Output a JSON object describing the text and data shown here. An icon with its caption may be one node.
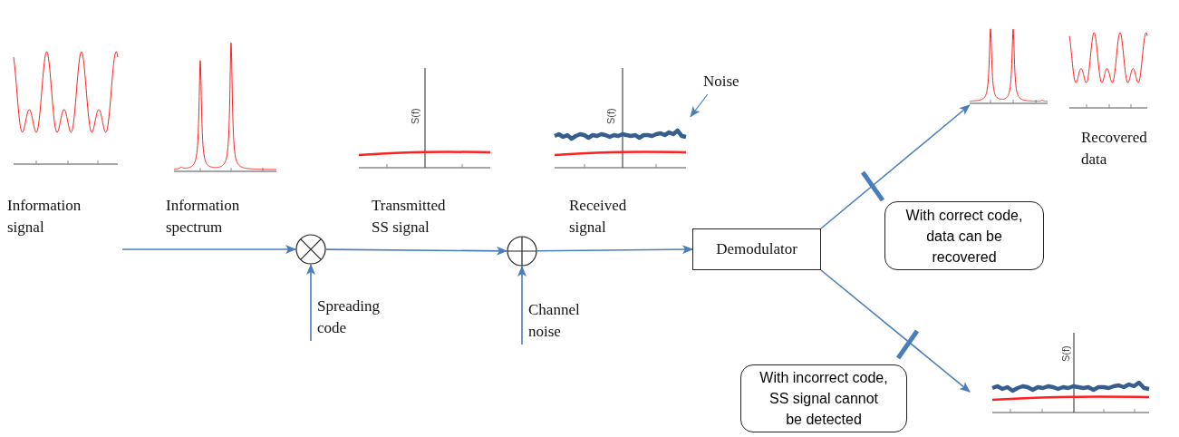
{
  "diagram": {
    "nodes": [
      {
        "text": [
          "Noise"
        ]
      },
      {
        "text": [],
        "shape": "picture"
      },
      {
        "text": [],
        "shape": "circle"
      },
      {
        "text": [],
        "shape": "circle"
      },
      {
        "text": [
          "Demodulator"
        ]
      },
      {
        "text": [],
        "shape": "picture"
      },
      {
        "text": [],
        "shape": "picture"
      },
      {
        "text": [
          "With correct code, data can be recovered"
        ]
      },
      {
        "text": [
          "With incorrect code, SS signal cannot be detected"
        ]
      },
      {
        "text": [
          "Spreading code"
        ]
      },
      {
        "text": [
          "Channel noise"
        ]
      }
    ],
    "edges": [
      {
        "from": 0,
        "to": 1,
        "arrow": "to"
      },
      {
        "from": null,
        "to": 2,
        "arrow": "to"
      },
      {
        "from": 9,
        "to": 2,
        "arrow": "to"
      },
      {
        "from": 2,
        "to": 3,
        "arrow": "to"
      },
      {
        "from": 10,
        "to": 3,
        "arrow": "to"
      },
      {
        "from": 3,
        "to": 4,
        "arrow": "to"
      },
      {
        "from": 4,
        "to": 5,
        "arrow": "to"
      },
      {
        "from": 4,
        "to": 6,
        "arrow": "to"
      }
    ],
    "labels": [
      "S(f)",
      "S(f)",
      "Recovered data",
      "Information signal",
      "Information spectrum",
      "Transmitted SS signal",
      "Received signal",
      "S(f)"
    ]
  }
}
